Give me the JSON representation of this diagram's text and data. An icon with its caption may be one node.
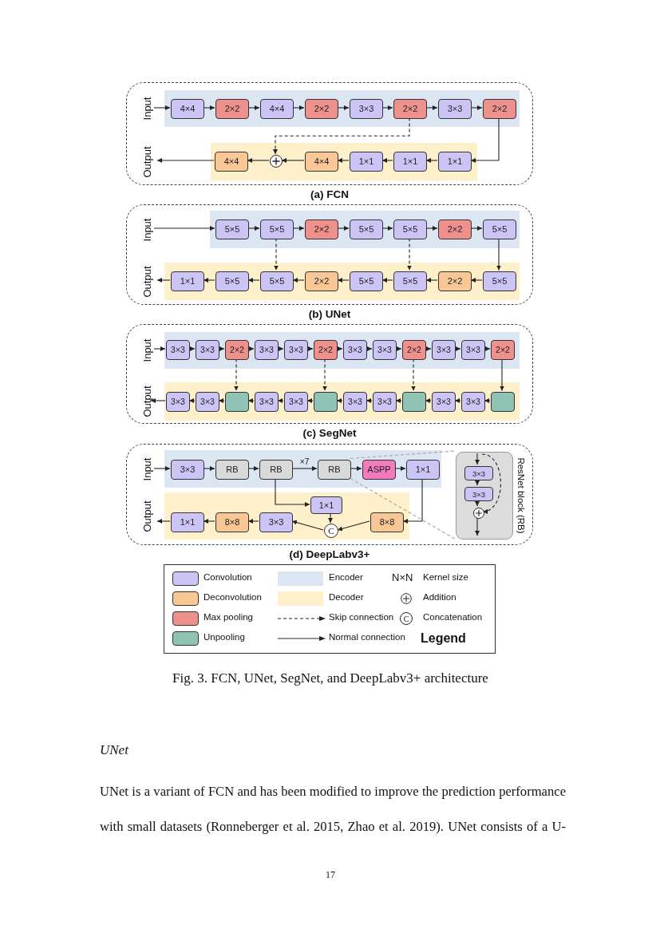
{
  "diagram": {
    "caption": "Fig. 3. FCN, UNet, SegNet, and DeepLabv3+ architecture",
    "nodes": [
      {
        "text": [
          "Input",
          "Output",
          "(a) FCN"
        ]
      },
      {
        "text": [],
        "shape": "band",
        "in": 0
      },
      {
        "text": [
          "4×4"
        ],
        "in": 1
      },
      {
        "text": [
          "2×2"
        ],
        "in": 1
      },
      {
        "text": [
          "4×4"
        ],
        "in": 1
      },
      {
        "text": [
          "2×2"
        ],
        "in": 1
      },
      {
        "text": [
          "3×3"
        ],
        "in": 1
      },
      {
        "text": [
          "2×2"
        ],
        "in": 1
      },
      {
        "text": [
          "3×3"
        ],
        "in": 1
      },
      {
        "text": [
          "2×2"
        ],
        "in": 1
      },
      {
        "text": [],
        "shape": "band",
        "in": 0
      },
      {
        "text": [
          "4×4"
        ],
        "in": 10
      },
      {
        "text": [],
        "shape": "circle",
        "in": 10
      },
      {
        "text": [
          "4×4"
        ],
        "in": 10
      },
      {
        "text": [
          "1×1"
        ],
        "in": 10
      },
      {
        "text": [
          "1×1"
        ],
        "in": 10
      },
      {
        "text": [
          "1×1"
        ],
        "in": 10
      },
      {
        "text": [
          "Input",
          "Output",
          "(b) UNet"
        ]
      },
      {
        "text": [],
        "shape": "band",
        "in": 17
      },
      {
        "text": [
          "5×5"
        ],
        "in": 18
      },
      {
        "text": [
          "5×5"
        ],
        "in": 18
      },
      {
        "text": [
          "2×2"
        ],
        "in": 18
      },
      {
        "text": [
          "5×5"
        ],
        "in": 18
      },
      {
        "text": [
          "5×5"
        ],
        "in": 18
      },
      {
        "text": [
          "2×2"
        ],
        "in": 18
      },
      {
        "text": [
          "5×5"
        ],
        "in": 18
      },
      {
        "text": [],
        "shape": "band",
        "in": 17
      },
      {
        "text": [
          "1×1"
        ],
        "in": 26
      },
      {
        "text": [
          "5×5"
        ],
        "in": 26
      },
      {
        "text": [
          "5×5"
        ],
        "in": 26
      },
      {
        "text": [
          "2×2"
        ],
        "in": 26
      },
      {
        "text": [
          "5×5"
        ],
        "in": 26
      },
      {
        "text": [
          "5×5"
        ],
        "in": 26
      },
      {
        "text": [
          "2×2"
        ],
        "in": 26
      },
      {
        "text": [
          "5×5"
        ],
        "in": 26
      },
      {
        "text": [
          "Input",
          "Output",
          "(c) SegNet"
        ]
      },
      {
        "text": [],
        "shape": "band",
        "in": 35
      },
      {
        "text": [
          "3×3"
        ],
        "in": 36
      },
      {
        "text": [
          "3×3"
        ],
        "in": 36
      },
      {
        "text": [
          "2×2"
        ],
        "in": 36
      },
      {
        "text": [
          "3×3"
        ],
        "in": 36
      },
      {
        "text": [
          "3×3"
        ],
        "in": 36
      },
      {
        "text": [
          "2×2"
        ],
        "in": 36
      },
      {
        "text": [
          "3×3"
        ],
        "in": 36
      },
      {
        "text": [
          "3×3"
        ],
        "in": 36
      },
      {
        "text": [
          "2×2"
        ],
        "in": 36
      },
      {
        "text": [
          "3×3"
        ],
        "in": 36
      },
      {
        "text": [
          "3×3"
        ],
        "in": 36
      },
      {
        "text": [
          "2×2"
        ],
        "in": 36
      },
      {
        "text": [],
        "shape": "band",
        "in": 35
      },
      {
        "text": [
          "3×3"
        ],
        "in": 49
      },
      {
        "text": [
          "3×3"
        ],
        "in": 49
      },
      {
        "text": [],
        "shape": "box",
        "in": 49
      },
      {
        "text": [
          "3×3"
        ],
        "in": 49
      },
      {
        "text": [
          "3×3"
        ],
        "in": 49
      },
      {
        "text": [],
        "shape": "box",
        "in": 49
      },
      {
        "text": [
          "3×3"
        ],
        "in": 49
      },
      {
        "text": [
          "3×3"
        ],
        "in": 49
      },
      {
        "text": [],
        "shape": "box",
        "in": 49
      },
      {
        "text": [
          "3×3"
        ],
        "in": 49
      },
      {
        "text": [
          "3×3"
        ],
        "in": 49
      },
      {
        "text": [],
        "shape": "box",
        "in": 49
      },
      {
        "text": [
          "Input",
          "Output",
          "(d) DeepLabv3+"
        ]
      },
      {
        "text": [],
        "shape": "band",
        "in": 62
      },
      {
        "text": [
          "3×3"
        ],
        "in": 63
      },
      {
        "text": [
          "RB"
        ],
        "in": 63
      },
      {
        "text": [
          "RB"
        ],
        "in": 63
      },
      {
        "text": [
          "RB"
        ],
        "in": 63
      },
      {
        "text": [
          "ASPP"
        ],
        "in": 63
      },
      {
        "text": [
          "1×1"
        ],
        "in": 63
      },
      {
        "text": [],
        "shape": "band",
        "in": 62
      },
      {
        "text": [
          "1×1"
        ],
        "in": 70
      },
      {
        "text": [
          "8×8"
        ],
        "in": 70
      },
      {
        "text": [
          "3×3"
        ],
        "in": 70
      },
      {
        "text": [
          "1×1"
        ],
        "in": 70
      },
      {
        "text": [
          "C"
        ],
        "in": 70
      },
      {
        "text": [
          "8×8"
        ],
        "in": 70
      },
      {
        "text": [
          "ResNet block (RB)"
        ],
        "in": 62
      },
      {
        "text": [
          "3×3"
        ],
        "in": 77
      },
      {
        "text": [
          "3×3"
        ],
        "in": 77
      },
      {
        "text": [],
        "shape": "circle",
        "in": 77
      }
    ],
    "edges": [
      {
        "from": null,
        "to": 2,
        "arrow": "to"
      },
      {
        "from": 2,
        "to": 3,
        "arrow": "to"
      },
      {
        "from": 3,
        "to": 4,
        "arrow": "to"
      },
      {
        "from": 4,
        "to": 5,
        "arrow": "to"
      },
      {
        "from": 5,
        "to": 6,
        "arrow": "to"
      },
      {
        "from": 6,
        "to": 7,
        "arrow": "to"
      },
      {
        "from": 7,
        "to": 8,
        "arrow": "to"
      },
      {
        "from": 8,
        "to": 9,
        "arrow": "to"
      },
      {
        "from": 9,
        "to": 16,
        "arrow": "to"
      },
      {
        "from": 16,
        "to": 15,
        "arrow": "to"
      },
      {
        "from": 15,
        "to": 14,
        "arrow": "to"
      },
      {
        "from": 14,
        "to": 13,
        "arrow": "to"
      },
      {
        "from": 13,
        "to": 12,
        "arrow": "to"
      },
      {
        "from": 12,
        "to": 11,
        "arrow": "to"
      },
      {
        "from": 11,
        "to": null,
        "arrow": "to"
      },
      {
        "from": 7,
        "to": 12,
        "arrow": "to",
        "style": "dashed"
      },
      {
        "from": null,
        "to": 19,
        "arrow": "to"
      },
      {
        "from": 19,
        "to": 20,
        "arrow": "to"
      },
      {
        "from": 20,
        "to": 21,
        "arrow": "to"
      },
      {
        "from": 21,
        "to": 22,
        "arrow": "to"
      },
      {
        "from": 22,
        "to": 23,
        "arrow": "to"
      },
      {
        "from": 23,
        "to": 24,
        "arrow": "to"
      },
      {
        "from": 24,
        "to": 25,
        "arrow": "to"
      },
      {
        "from": 25,
        "to": 34,
        "arrow": "to"
      },
      {
        "from": 34,
        "to": 33,
        "arrow": "to"
      },
      {
        "from": 33,
        "to": 32,
        "arrow": "to"
      },
      {
        "from": 32,
        "to": 31,
        "arrow": "to"
      },
      {
        "from": 31,
        "to": 30,
        "arrow": "to"
      },
      {
        "from": 30,
        "to": 29,
        "arrow": "to"
      },
      {
        "from": 29,
        "to": 28,
        "arrow": "to"
      },
      {
        "from": 28,
        "to": 27,
        "arrow": "to"
      },
      {
        "from": 27,
        "to": null,
        "arrow": "to"
      },
      {
        "from": 20,
        "to": 29,
        "arrow": "to",
        "style": "dashed"
      },
      {
        "from": 23,
        "to": 32,
        "arrow": "to",
        "style": "dashed"
      },
      {
        "from": null,
        "to": 37,
        "arrow": "to"
      },
      {
        "from": 37,
        "to": 38,
        "arrow": "to"
      },
      {
        "from": 38,
        "to": 39,
        "arrow": "to"
      },
      {
        "from": 39,
        "to": 40,
        "arrow": "to"
      },
      {
        "from": 40,
        "to": 41,
        "arrow": "to"
      },
      {
        "from": 41,
        "to": 42,
        "arrow": "to"
      },
      {
        "from": 42,
        "to": 43,
        "arrow": "to"
      },
      {
        "from": 43,
        "to": 44,
        "arrow": "to"
      },
      {
        "from": 44,
        "to": 45,
        "arrow": "to"
      },
      {
        "from": 45,
        "to": 46,
        "arrow": "to"
      },
      {
        "from": 46,
        "to": 47,
        "arrow": "to"
      },
      {
        "from": 47,
        "to": 48,
        "arrow": "to"
      },
      {
        "from": 48,
        "to": 61,
        "arrow": "to"
      },
      {
        "from": 61,
        "to": 60,
        "arrow": "to"
      },
      {
        "from": 60,
        "to": 59,
        "arrow": "to"
      },
      {
        "from": 59,
        "to": 58,
        "arrow": "to"
      },
      {
        "from": 58,
        "to": 57,
        "arrow": "to"
      },
      {
        "from": 57,
        "to": 56,
        "arrow": "to"
      },
      {
        "from": 56,
        "to": 55,
        "arrow": "to"
      },
      {
        "from": 55,
        "to": 54,
        "arrow": "to"
      },
      {
        "from": 54,
        "to": 53,
        "arrow": "to"
      },
      {
        "from": 53,
        "to": 52,
        "arrow": "to"
      },
      {
        "from": 52,
        "to": 51,
        "arrow": "to"
      },
      {
        "from": 51,
        "to": 50,
        "arrow": "to"
      },
      {
        "from": 50,
        "to": null,
        "arrow": "to"
      },
      {
        "from": 39,
        "to": 52,
        "arrow": "to",
        "style": "dashed"
      },
      {
        "from": 42,
        "to": 55,
        "arrow": "to",
        "style": "dashed"
      },
      {
        "from": 45,
        "to": 58,
        "arrow": "to",
        "style": "dashed"
      },
      {
        "from": null,
        "to": 64,
        "arrow": "to"
      },
      {
        "from": 64,
        "to": 65,
        "arrow": "to"
      },
      {
        "from": 65,
        "to": 66,
        "arrow": "to"
      },
      {
        "from": 66,
        "to": 67,
        "arrow": "to",
        "label": "×7"
      },
      {
        "from": 67,
        "to": 68,
        "arrow": "to"
      },
      {
        "from": 68,
        "to": 69,
        "arrow": "to"
      },
      {
        "from": 69,
        "to": 76,
        "arrow": "to"
      },
      {
        "from": 76,
        "to": 75,
        "arrow": "to"
      },
      {
        "from": 75,
        "to": 73,
        "arrow": "to"
      },
      {
        "from": 73,
        "to": 72,
        "arrow": "to"
      },
      {
        "from": 72,
        "to": 71,
        "arrow": "to"
      },
      {
        "from": 71,
        "to": null,
        "arrow": "to"
      },
      {
        "from": 66,
        "to": 74,
        "arrow": "to"
      },
      {
        "from": 74,
        "to": 75,
        "arrow": "to"
      },
      {
        "from": 67,
        "to": 77,
        "arrow": "none",
        "style": "dashed",
        "color": "#a6a6a6"
      },
      {
        "from": 67,
        "to": 77,
        "arrow": "none",
        "style": "dashed",
        "color": "#a6a6a6"
      },
      {
        "from": null,
        "to": 78,
        "arrow": "to"
      },
      {
        "from": 78,
        "to": 79,
        "arrow": "to"
      },
      {
        "from": 79,
        "to": 80,
        "arrow": "to"
      },
      {
        "from": 80,
        "to": null,
        "arrow": "to"
      },
      {
        "from": null,
        "to": 80,
        "arrow": "to",
        "style": "dashed"
      }
    ],
    "labels": [
      "N×N",
      "C",
      "Legend",
      "UNet",
      "UNet is a variant of FCN and has been modified to improve the prediction performance with small datasets (Ronneberger et al. 2015, Zhao et al. 2019). UNet consists of a U-",
      "17"
    ],
    "legend": [
      {
        "text": "Convolution",
        "color": "#cbc4f4"
      },
      {
        "text": "Encoder",
        "color": "#dbe6f2"
      },
      {
        "text": "Kernel size"
      },
      {
        "text": "Deconvolution",
        "color": "#f8c795"
      },
      {
        "text": "Decoder",
        "color": "#fdf0cb"
      },
      {
        "text": "Addition"
      },
      {
        "text": "Max pooling",
        "color": "#ee908b"
      },
      {
        "text": "Skip connection"
      },
      {
        "text": "Concatenation"
      },
      {
        "text": "Unpooling",
        "color": "#8fc3b4"
      },
      {
        "text": "Normal connection"
      }
    ]
  }
}
